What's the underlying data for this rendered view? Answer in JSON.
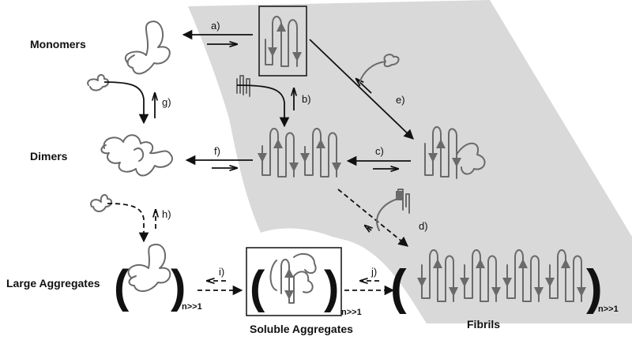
{
  "colors": {
    "fibril_region": "#d9d9d9",
    "strand": "#6a6a6a",
    "arrow": "#111111"
  },
  "labels": {
    "monomers": "Monomers",
    "dimers": "Dimers",
    "large_aggregates": "Large Aggregates",
    "soluble_aggregates": "Soluble Aggregates",
    "fibrils": "Fibrils",
    "subscript": "n>>1"
  },
  "steps": {
    "a": "a)",
    "b": "b)",
    "c": "c)",
    "d": "d)",
    "e": "e)",
    "f": "f)",
    "g": "g)",
    "h": "h)",
    "i": "i)",
    "j": "j)"
  }
}
